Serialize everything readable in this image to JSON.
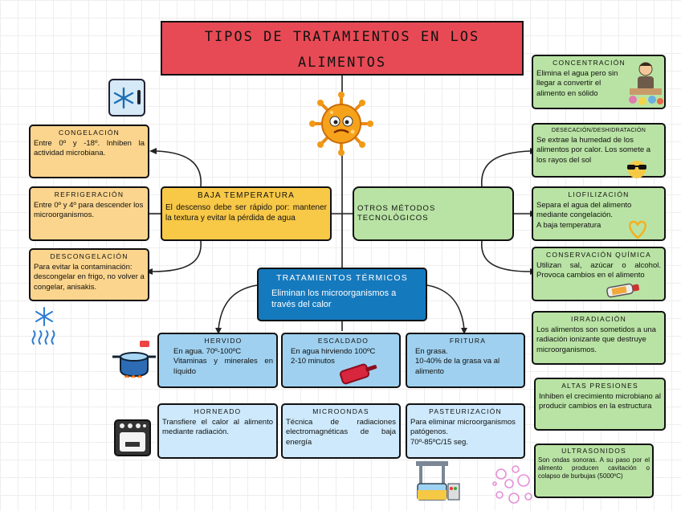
{
  "title": "TIPOS DE TRATAMIENTOS EN LOS ALIMENTOS",
  "baja": {
    "title": "BAJA TEMPERATURA",
    "body": "El descenso debe ser rápido por: mantener la textura y evitar la pérdida de agua"
  },
  "otros": {
    "title": "OTROS MÉTODOS TECNOLÓGICOS"
  },
  "termicos": {
    "title": "TRATAMIENTOS TÉRMICOS",
    "body": "Eliminan los microorganismos a través del calor"
  },
  "congelacion": {
    "title": "CONGELACIÓN",
    "body": "Entre 0º y -18º. Inhiben la actividad microbiana."
  },
  "refrigeracion": {
    "title": "REFRIGERACIÓN",
    "body": "Entre 0º y 4º para descender los microorganismos."
  },
  "descongelacion": {
    "title": "DESCONGELACIÓN",
    "body": "Para evitar la contaminación: descongelar en frigo, no volver a congelar, anisakis."
  },
  "concentracion": {
    "title": "CONCENTRACIÓN",
    "body": "Elimina el agua pero sin llegar a convertir el alimento en sólido"
  },
  "desecacion": {
    "title": "DESECACIÓN/DESHIDRATACIÓN",
    "body": "Se extrae la humedad de los alimentos por calor. Los somete a los rayos del sol"
  },
  "liofilizacion": {
    "title": "LIOFILIZACIÓN",
    "body1": "Separa el agua del alimento mediante congelación.",
    "body2": "A baja temperatura"
  },
  "conservacion": {
    "title": "CONSERVACIÓN QUÍMICA",
    "body": "Utilizan sal, azúcar o alcohol. Provoca cambios en el alimento"
  },
  "irradiacion": {
    "title": "IRRADIACIÓN",
    "body": "Los alimentos son sometidos a una radiación ionizante que destruye microorganismos."
  },
  "altas": {
    "title": "ALTAS PRESIONES",
    "body": "Inhiben el crecimiento microbiano al producir cambios en la estructura"
  },
  "ultrasonidos": {
    "title": "ULTRASONIDOS",
    "body": "Son ondas sonoras. A su paso por el alimento producen cavitación o colapso de burbujas (5000ºC)"
  },
  "hervido": {
    "title": "HERVIDO",
    "body1": "En agua. 70º-100ºC",
    "body2": "Vitaminas y minerales en líquido"
  },
  "escaldado": {
    "title": "ESCALDADO",
    "body1": "En agua hirviendo 100ºC",
    "body2": "2-10 minutos"
  },
  "fritura": {
    "title": "FRITURA",
    "body1": "En grasa.",
    "body2": "10-40% de la grasa va al alimento"
  },
  "horneado": {
    "title": "HORNEADO",
    "body": "Transfiere el calor al alimento mediante radiación."
  },
  "microondas": {
    "title": "MICROONDAS",
    "body": "Técnica de radiaciones electromagnéticas de baja energía"
  },
  "pasteurizacion": {
    "title": "PASTEURIZACIÓN",
    "body1": "Para eliminar microorganismos patógenos.",
    "body2": "70º-85ºC/15 seg."
  },
  "icons": [
    "fridge-icon",
    "virus-icon",
    "snowflake-icon",
    "pot-icon",
    "pan-icon",
    "oven-icon",
    "lab-equipment-icon",
    "bubbles-icon",
    "person-icon",
    "sunglasses-icon",
    "heart-icon",
    "bottle-icon"
  ],
  "colors": {
    "title": "#e84a55",
    "baja": "#f8c847",
    "cold_boxes": "#fbd58d",
    "otros": "#b9e3a4",
    "termicos": "#1579bd",
    "heat_top": "#9fd0ef",
    "heat_bottom": "#cde9fb"
  }
}
